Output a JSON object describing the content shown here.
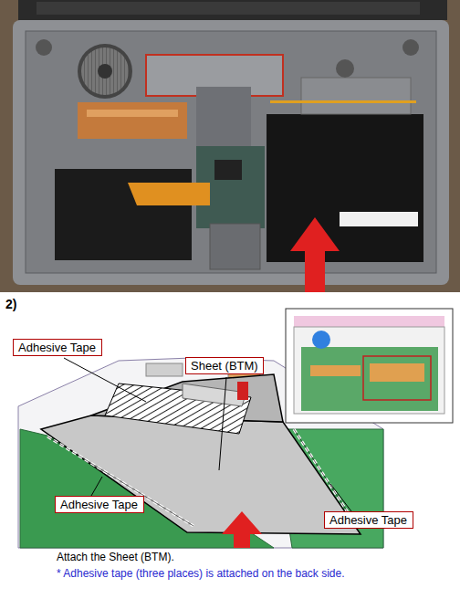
{
  "diagram": {
    "nodes": [
      {
        "text": [
          "Adhesive Tape"
        ]
      },
      {
        "text": [
          "Sheet (BTM)"
        ]
      },
      {
        "text": [
          "Adhesive Tape"
        ]
      },
      {
        "text": [
          "Adhesive Tape"
        ]
      }
    ],
    "labels": [
      "2)",
      "Attach the Sheet (BTM).",
      "* Adhesive tape (three places) is attached on the back side."
    ]
  }
}
